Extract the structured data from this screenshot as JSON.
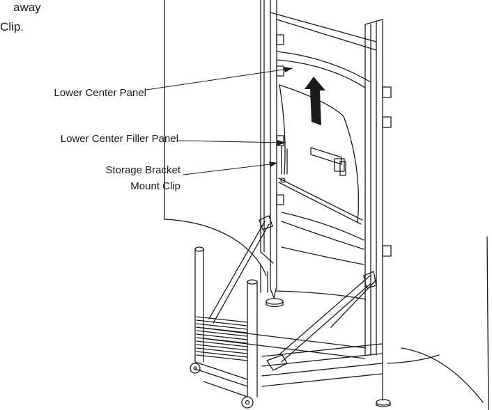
{
  "caption": {
    "line1": "away",
    "line2": "Clip."
  },
  "callouts": {
    "lower_center_panel": "Lower Center Panel",
    "lower_center_filler_panel": "Lower Center Filler Panel",
    "storage_bracket_line1": "Storage Bracket",
    "storage_bracket_line2": "Mount Clip"
  },
  "colors": {
    "ink": "#1a1a1a",
    "paper": "#ffffff",
    "arrow_fill": "#1a1a1a"
  }
}
